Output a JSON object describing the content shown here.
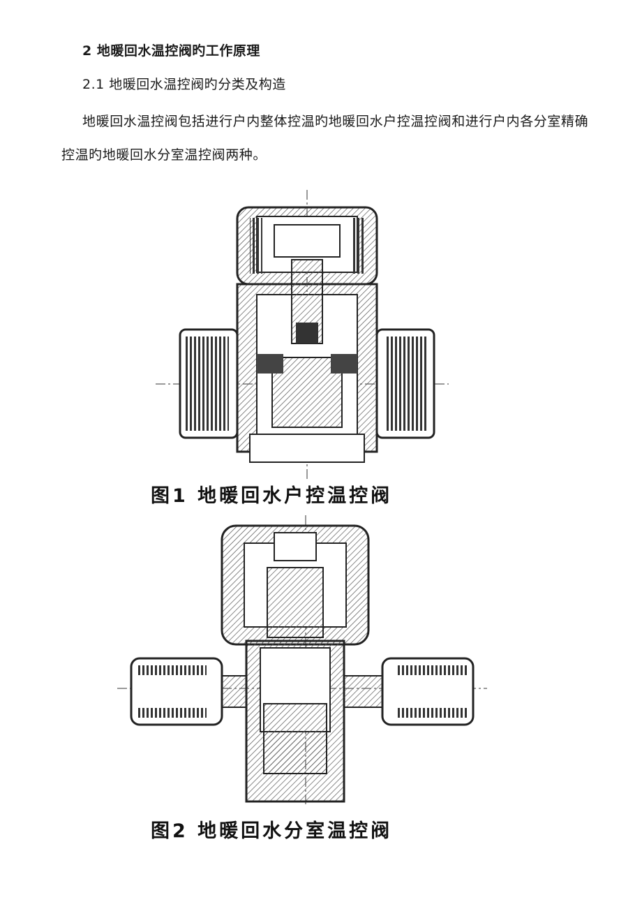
{
  "section": {
    "heading": "2  地暖回水温控阀旳工作原理",
    "subheading": "2.1 地暖回水温控阀旳分类及构造",
    "paragraph": "地暖回水温控阀包括进行户内整体控温旳地暖回水户控温控阀和进行户内各分室精确控温旳地暖回水分室温控阀两种。"
  },
  "figures": [
    {
      "caption": "图1  地暖回水户控温控阀"
    },
    {
      "caption": "图2  地暖回水分室温控阀"
    }
  ],
  "colors": {
    "text": "#1a1a1a",
    "line": "#222222",
    "hatch": "#555555",
    "fill_dark": "#444444"
  }
}
